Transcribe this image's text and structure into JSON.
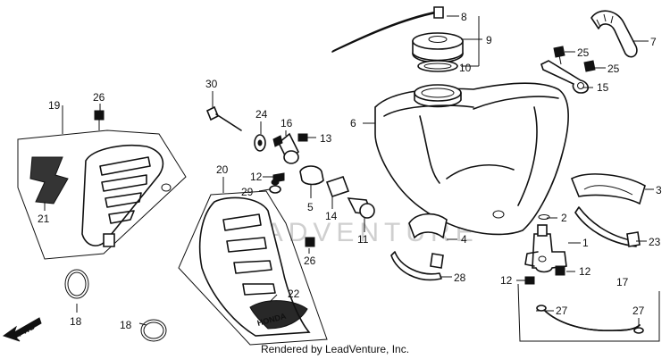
{
  "callouts": {
    "c1": "1",
    "c2": "2",
    "c3": "3",
    "c4": "4",
    "c5": "5",
    "c6": "6",
    "c7": "7",
    "c8": "8",
    "c9": "9",
    "c10": "10",
    "c11": "11",
    "c12a": "12",
    "c12b": "12",
    "c12c": "12",
    "c13": "13",
    "c14": "14",
    "c15": "15",
    "c16": "16",
    "c17": "17",
    "c18a": "18",
    "c18b": "18",
    "c19": "19",
    "c20": "20",
    "c21": "21",
    "c22": "22",
    "c23": "23",
    "c24": "24",
    "c25a": "25",
    "c25b": "25",
    "c26a": "26",
    "c26b": "26",
    "c27a": "27",
    "c27b": "27",
    "c28": "28",
    "c29": "29",
    "c30": "30"
  },
  "fwd_label": "FWD",
  "decal_text": "HONDA",
  "watermark": "LEADVENTURE",
  "credit": "Rendered by LeadVenture, Inc."
}
